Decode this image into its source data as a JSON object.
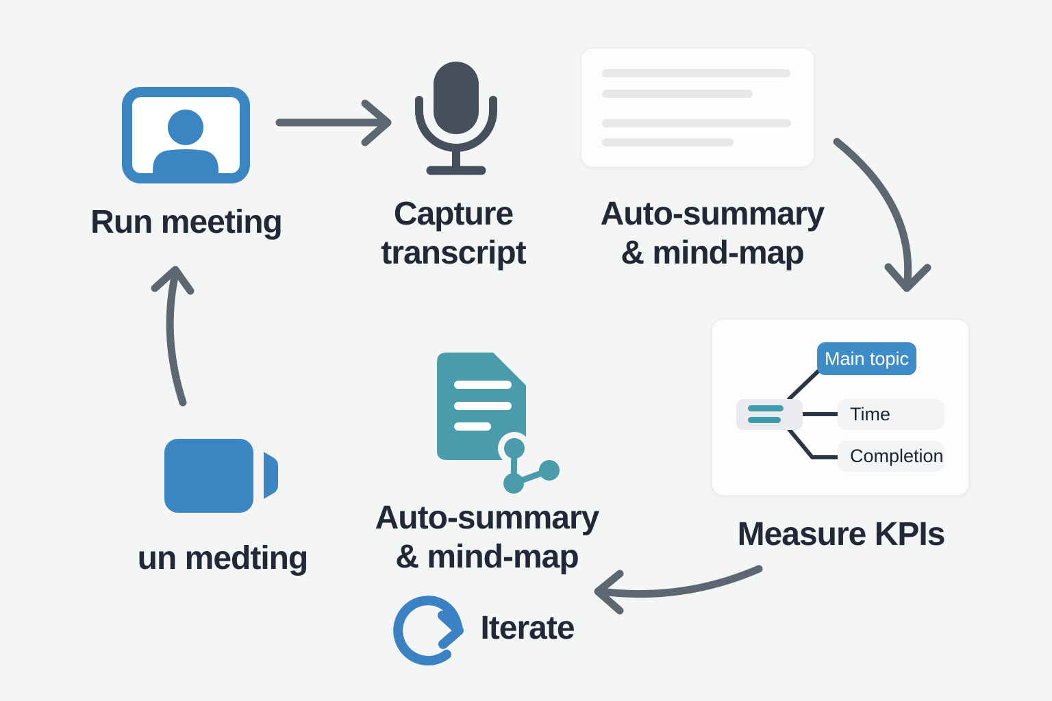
{
  "steps": {
    "run_meeting": {
      "label": "Run meeting"
    },
    "capture_transcript": {
      "line1": "Capture",
      "line2": "transcript"
    },
    "auto_summary_top": {
      "line1": "Auto-summary",
      "line2": "& mind-map"
    },
    "measure_kpis": {
      "label": "Measure KPIs"
    },
    "auto_summary_center": {
      "line1": "Auto-summary",
      "line2": "& mind-map"
    },
    "run_meeting_alt": {
      "label": "un medting"
    },
    "iterate": {
      "label": "Iterate"
    }
  },
  "mindmap_card": {
    "main_topic": "Main topic",
    "children": [
      "Time",
      "Completion"
    ]
  },
  "icons": [
    "video-call-icon",
    "arrow-right-icon",
    "microphone-icon",
    "curved-arrow-down-icon",
    "document-mindmap-icon",
    "video-camera-icon",
    "arrow-up-icon",
    "curved-arrow-left-icon",
    "refresh-icon"
  ],
  "palette": {
    "background": "#f4f5f5",
    "icon_blue": "#3a86c2",
    "chip_blue": "#3e8cc7",
    "teal": "#4a9cac",
    "arrow_slate": "#5d6771",
    "mic_dark": "#46505d",
    "label_text": "#212938",
    "connector_dark": "#2b3544",
    "card_bg": "#fdfdfe",
    "card_border": "#eceef0",
    "skeleton_line": "#e7e8ea",
    "hub_bg": "#e9ebee",
    "hub_bar_teal": "#3f9cab",
    "child_chip_bg": "#f2f4f6"
  }
}
